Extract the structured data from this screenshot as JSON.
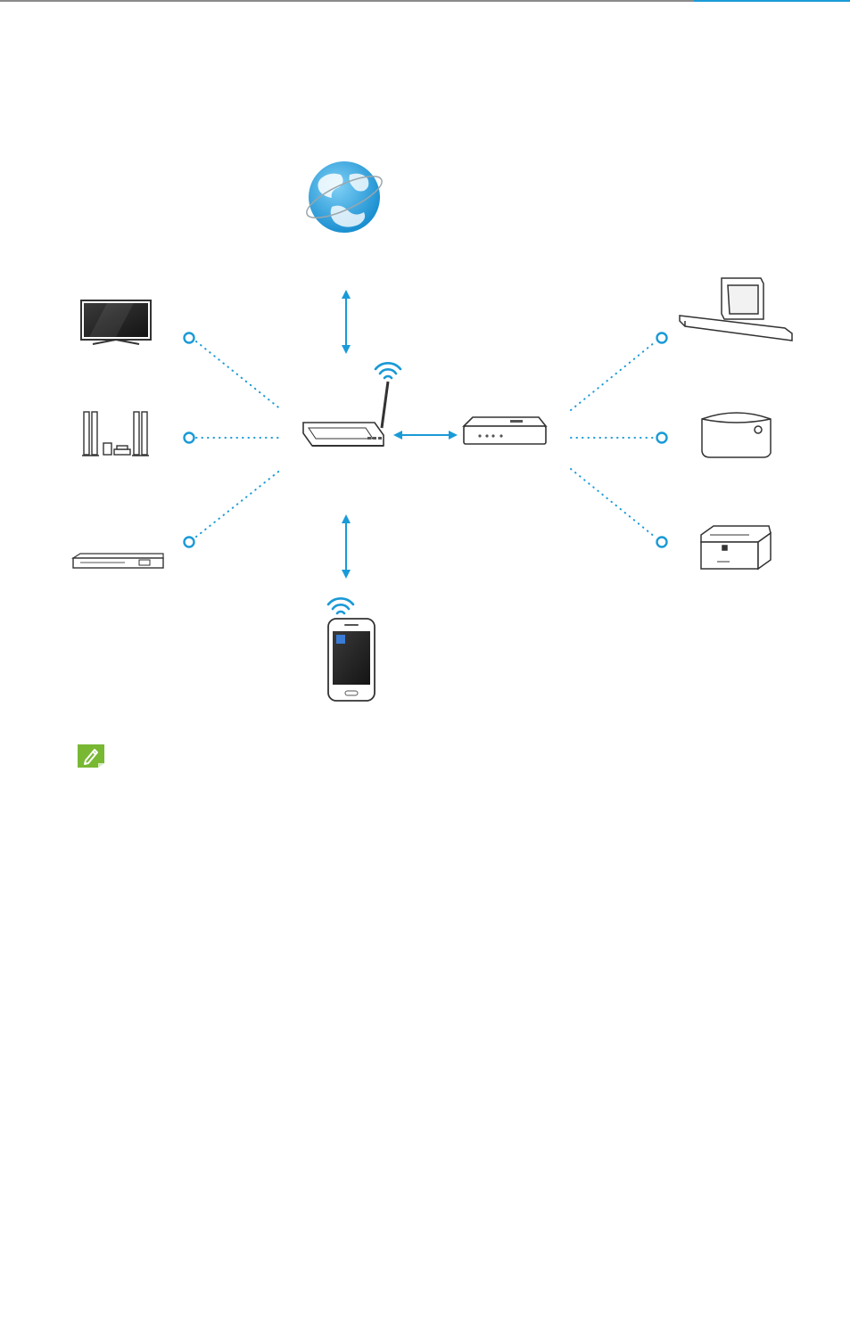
{
  "page": {
    "accent_color": "#1a9ad7",
    "rule_colors": {
      "left": "#8a8a8a",
      "right": "#1a9ad7"
    }
  },
  "diagram": {
    "center_node": {
      "icon": "wireless-router-icon",
      "wifi": true
    },
    "top_node": {
      "icon": "internet-globe-icon",
      "link": "two-way-arrow"
    },
    "bottom_node": {
      "icon": "smartphone-icon",
      "wifi": true,
      "link": "two-way-arrow"
    },
    "right_hub": {
      "icon": "hub-box-icon",
      "link": "two-way-arrow"
    },
    "left_devices": [
      {
        "icon": "tv-icon",
        "connection": "dotted"
      },
      {
        "icon": "home-theater-icon",
        "connection": "dotted"
      },
      {
        "icon": "blu-ray-player-icon",
        "connection": "dotted"
      }
    ],
    "right_devices": [
      {
        "icon": "soundbar-subwoofer-icon",
        "connection": "dotted"
      },
      {
        "icon": "wedge-speaker-icon",
        "connection": "dotted"
      },
      {
        "icon": "radio-speaker-icon",
        "connection": "dotted"
      }
    ]
  },
  "note": {
    "icon": "note-pencil-icon",
    "color": "#78b833"
  }
}
